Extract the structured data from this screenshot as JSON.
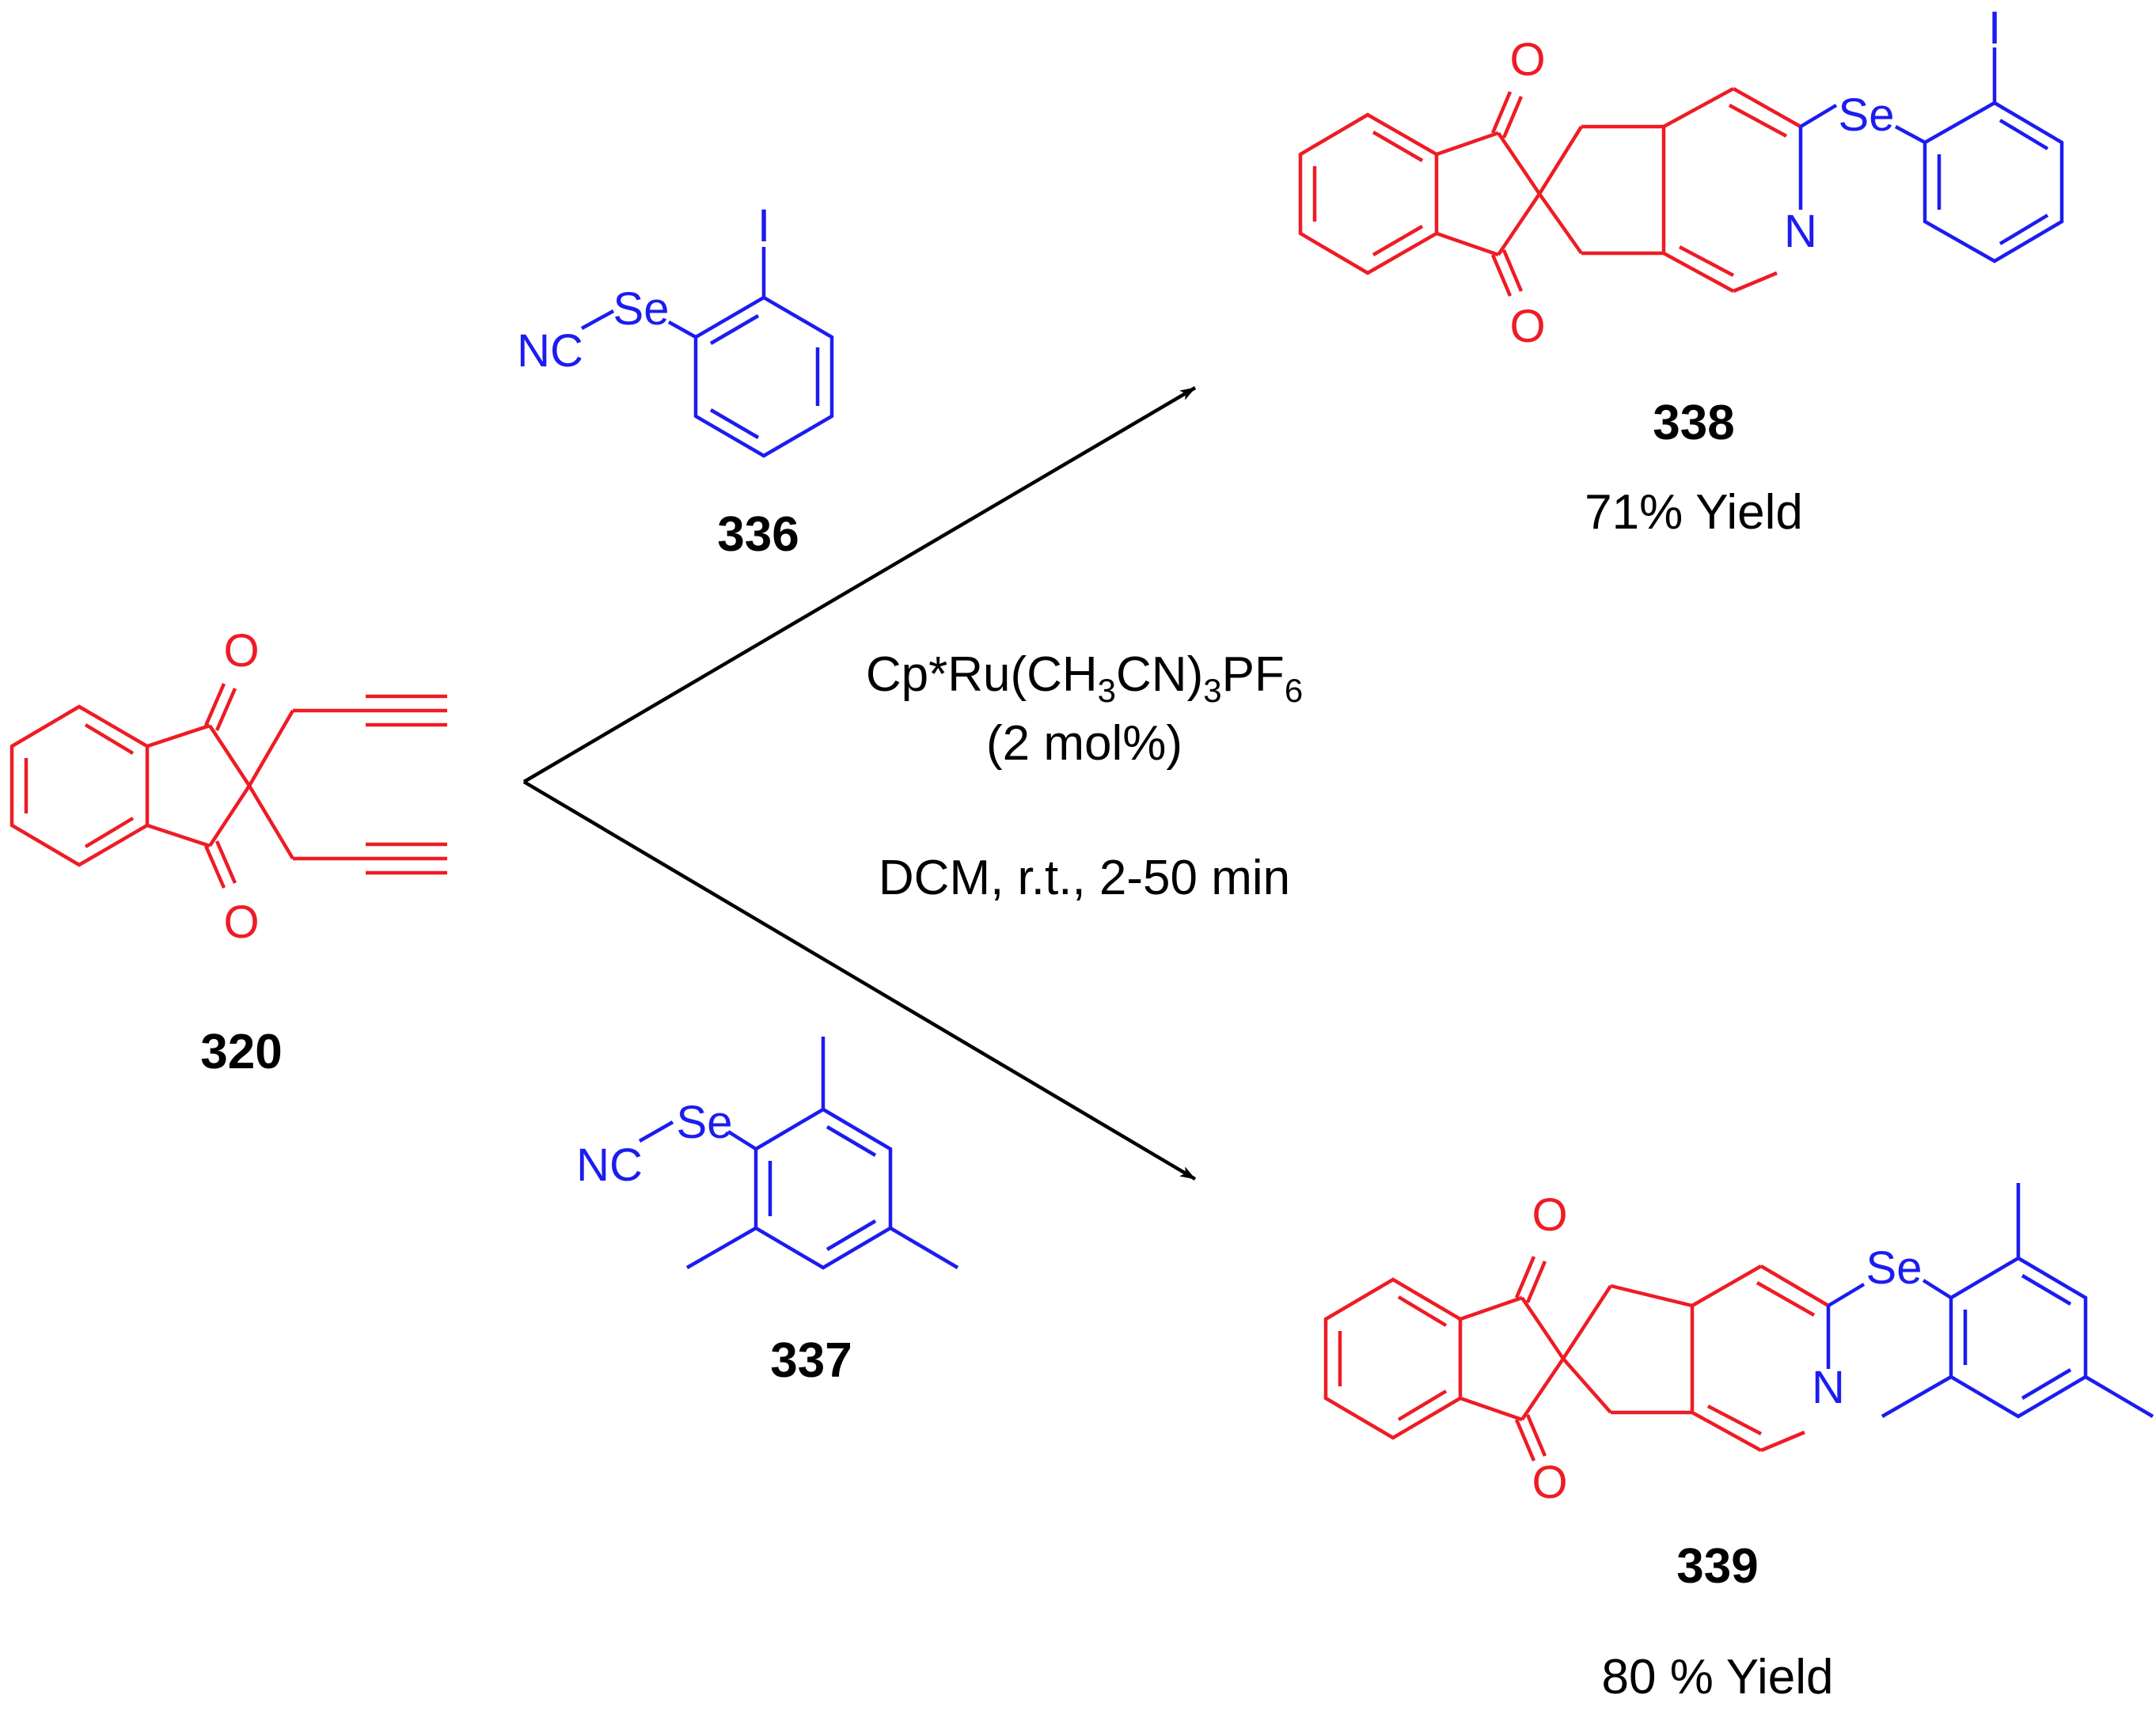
{
  "colors": {
    "reactant_core": "#ee1c25",
    "selenocyanate": "#1c1cf0",
    "arrows_and_text": "#000000"
  },
  "atom_labels": {
    "oxygen": "O",
    "nitrogen": "N",
    "selenium": "Se",
    "iodine": "I",
    "nitrile": "NC"
  },
  "compounds": {
    "c320": {
      "id": "320"
    },
    "c336": {
      "id": "336"
    },
    "c337": {
      "id": "337"
    },
    "c338": {
      "id": "338",
      "yield": "71% Yield"
    },
    "c339": {
      "id": "339",
      "yield": "80 % Yield"
    }
  },
  "conditions": {
    "catalyst_parts": [
      "Cp*Ru(CH",
      "3",
      "CN)",
      "3",
      "PF",
      "6"
    ],
    "loading": "(2 mol%)",
    "solvent_temp_time": "DCM, r.t., 2-50 min"
  }
}
